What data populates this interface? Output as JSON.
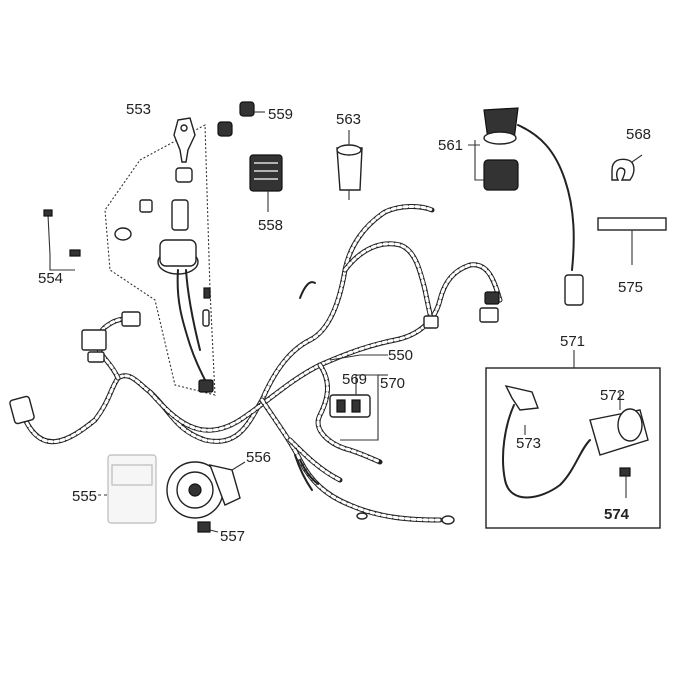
{
  "labels": {
    "p550": "550",
    "p553": "553",
    "p554": "554",
    "p555": "555",
    "p556": "556",
    "p557": "557",
    "p558": "558",
    "p559": "559",
    "p561": "561",
    "p563": "563",
    "p568": "568",
    "p569": "569",
    "p570": "570",
    "p571": "571",
    "p572": "572",
    "p573": "573",
    "p574": "574",
    "p575": "575"
  }
}
